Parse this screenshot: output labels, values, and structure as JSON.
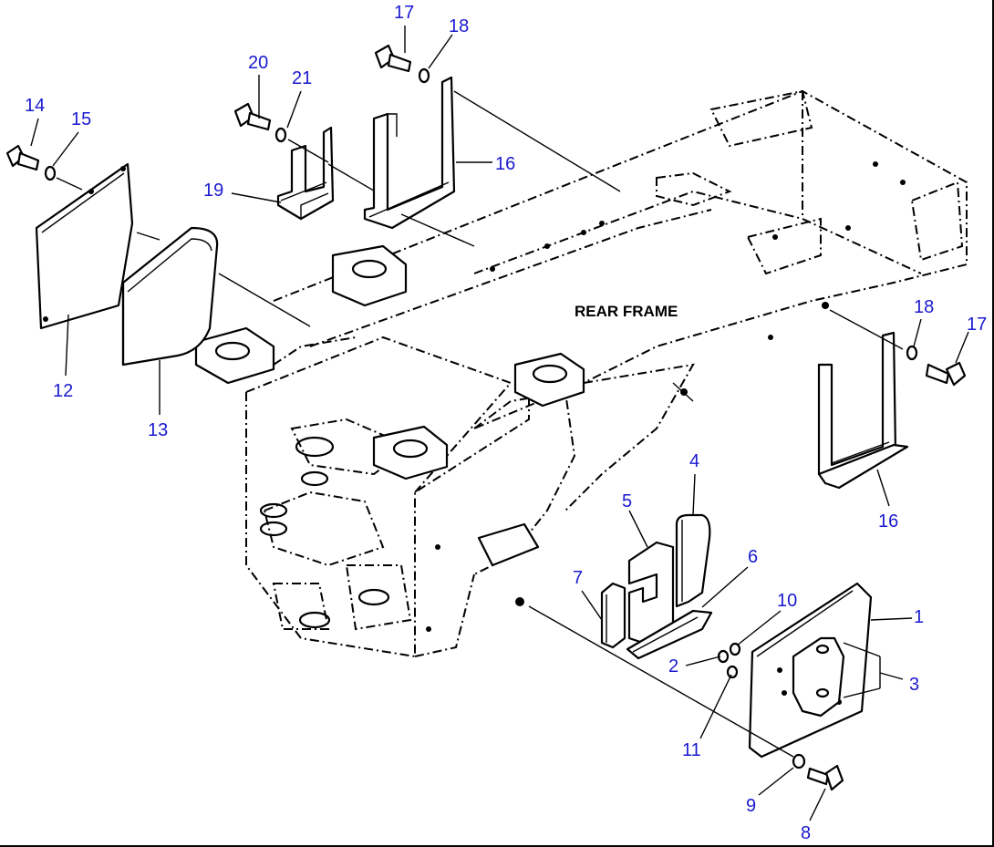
{
  "diagram": {
    "frame_label": "REAR FRAME",
    "callout_color": "#1a1ad0",
    "callouts": [
      {
        "id": "c1",
        "label": "1"
      },
      {
        "id": "c2",
        "label": "2"
      },
      {
        "id": "c3",
        "label": "3"
      },
      {
        "id": "c4",
        "label": "4"
      },
      {
        "id": "c5",
        "label": "5"
      },
      {
        "id": "c6",
        "label": "6"
      },
      {
        "id": "c7",
        "label": "7"
      },
      {
        "id": "c8",
        "label": "8"
      },
      {
        "id": "c9",
        "label": "9"
      },
      {
        "id": "c10",
        "label": "10"
      },
      {
        "id": "c11",
        "label": "11"
      },
      {
        "id": "c12",
        "label": "12"
      },
      {
        "id": "c13",
        "label": "13"
      },
      {
        "id": "c14",
        "label": "14"
      },
      {
        "id": "c15",
        "label": "15"
      },
      {
        "id": "c16a",
        "label": "16"
      },
      {
        "id": "c16b",
        "label": "16"
      },
      {
        "id": "c17a",
        "label": "17"
      },
      {
        "id": "c17b",
        "label": "17"
      },
      {
        "id": "c18a",
        "label": "18"
      },
      {
        "id": "c18b",
        "label": "18"
      },
      {
        "id": "c19",
        "label": "19"
      },
      {
        "id": "c20",
        "label": "20"
      },
      {
        "id": "c21",
        "label": "21"
      }
    ]
  }
}
